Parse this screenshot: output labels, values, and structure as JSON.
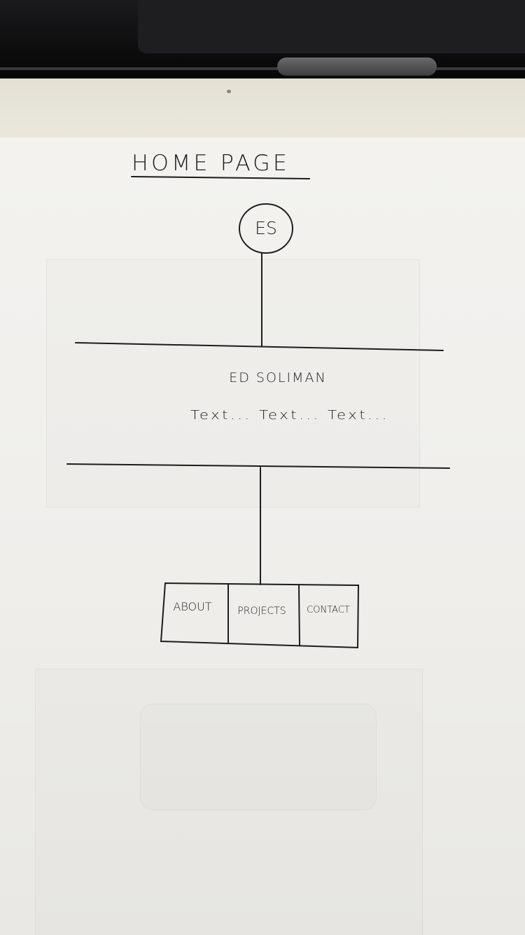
{
  "sketch": {
    "title": "HOME PAGE",
    "logo_initials": "ES",
    "name": "ED SOLIMAN",
    "body_text": "Text... Text... Text...",
    "nav": [
      {
        "label": "ABOUT"
      },
      {
        "label": "PROJECTS"
      },
      {
        "label": "CONTACT"
      }
    ]
  },
  "colors": {
    "ink": "#1c1c1c",
    "paper": "#f2f1ee",
    "board": "#e6e3d9",
    "device": "#141416"
  }
}
